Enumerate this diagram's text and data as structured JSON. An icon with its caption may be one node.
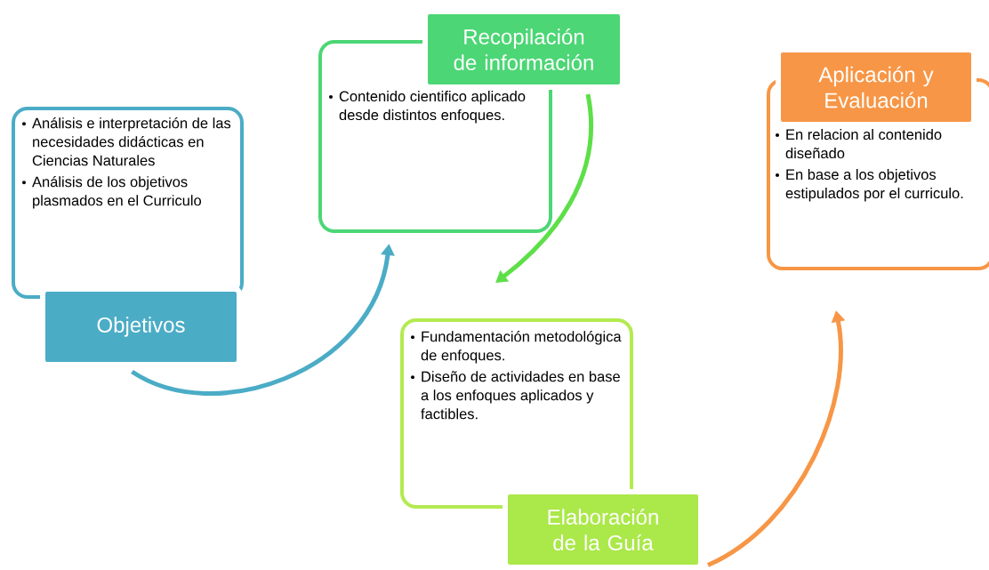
{
  "diagram": {
    "nodes": [
      {
        "text": [
          "Análisis e interpretación de las necesidades didácticas en Ciencias Naturales",
          "Análisis de los objetivos plasmados en el Curriculo"
        ]
      },
      {
        "text": [
          "Objetivos"
        ]
      },
      {
        "text": [
          "Contenido cientifico aplicado desde distintos enfoques."
        ]
      },
      {
        "text": [
          "Recopilación de información"
        ]
      },
      {
        "text": [
          "Fundamentación metodológica de enfoques.",
          "Diseño de actividades en base a los enfoques aplicados y factibles."
        ]
      },
      {
        "text": [
          "Elaboración de la Guía"
        ]
      },
      {
        "text": [
          "En relacion al contenido diseñado",
          "En base a los objetivos estipulados por el curriculo."
        ]
      },
      {
        "text": [
          "Aplicación y Evaluación"
        ]
      }
    ],
    "edges": [
      {
        "from": 1,
        "to": 2,
        "arrow": "to",
        "color": "#4bacc6"
      },
      {
        "from": 3,
        "to": 4,
        "arrow": "to",
        "color": "#5ddf48"
      },
      {
        "from": 5,
        "to": 6,
        "arrow": "to",
        "color": "#f79646"
      }
    ]
  }
}
